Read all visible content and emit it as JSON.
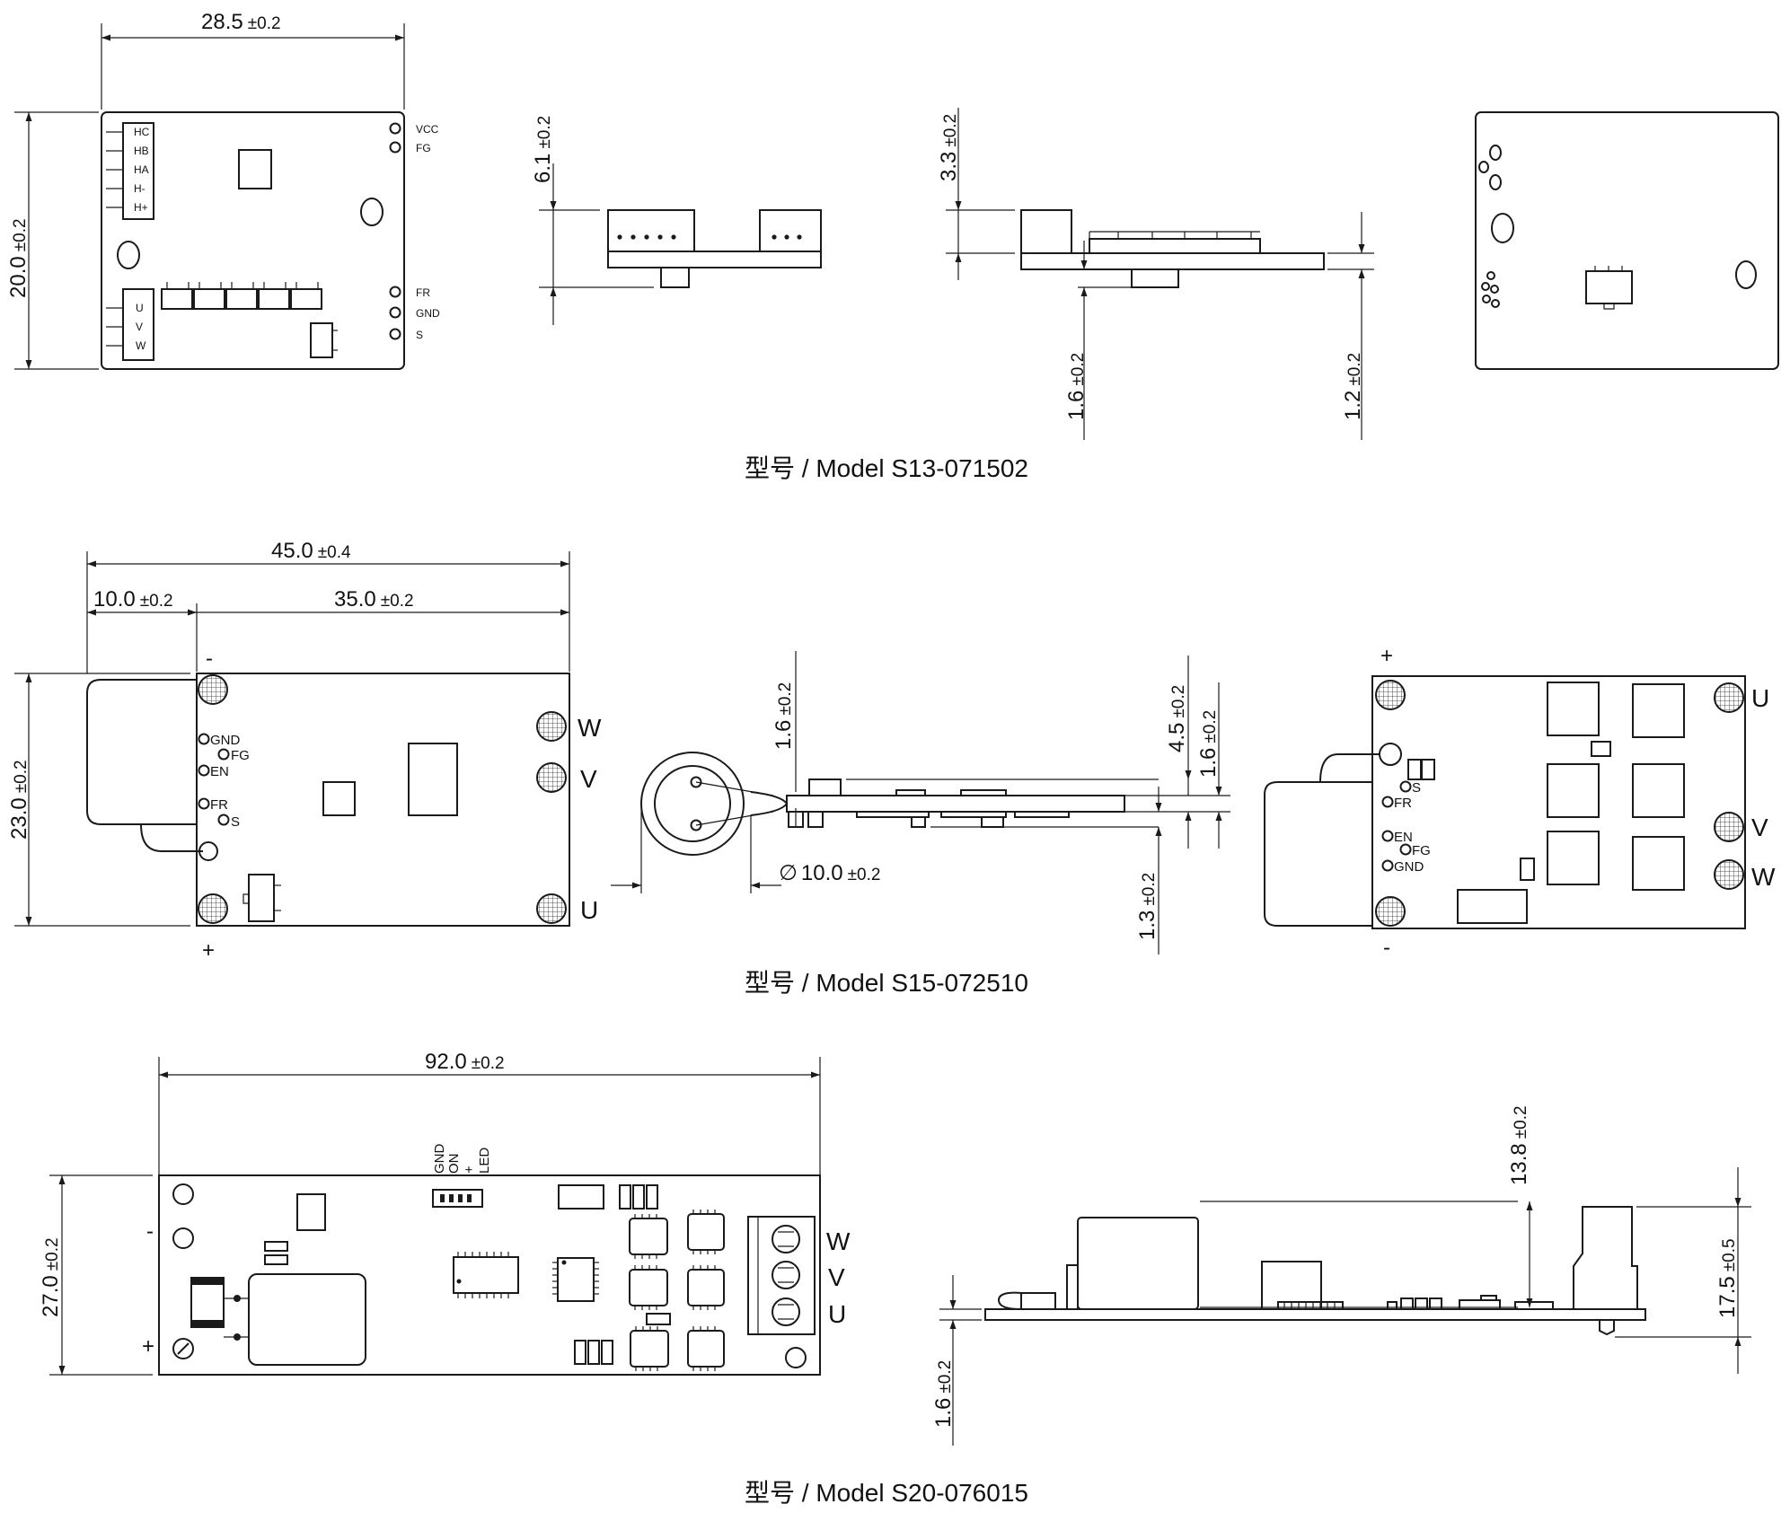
{
  "models": [
    {
      "caption": "型号 / Model   S13-071502",
      "dims": {
        "width": {
          "value": "28.5",
          "tol": "±0.2"
        },
        "height": {
          "value": "20.0",
          "tol": "±0.2"
        },
        "side_height": {
          "value": "6.1",
          "tol": "±0.2"
        },
        "top_height": {
          "value": "3.3",
          "tol": "±0.2"
        },
        "board_thick": {
          "value": "1.6",
          "tol": "±0.2"
        },
        "bottom_gap": {
          "value": "1.2",
          "tol": "±0.2"
        }
      },
      "pins_left": [
        "HC",
        "HB",
        "HA",
        "H-",
        "H+"
      ],
      "pins_phase": [
        "U",
        "V",
        "W"
      ],
      "pins_right_top": [
        "VCC",
        "FG"
      ],
      "pins_right_bottom": [
        "FR",
        "GND",
        "S"
      ]
    },
    {
      "caption": "型号 / Model   S15-072510",
      "dims": {
        "total_length": {
          "value": "45.0",
          "tol": "±0.4"
        },
        "cap_length": {
          "value": "10.0",
          "tol": "±0.2"
        },
        "board_length": {
          "value": "35.0",
          "tol": "±0.2"
        },
        "height": {
          "value": "23.0",
          "tol": "±0.2"
        },
        "cap_offset": {
          "value": "1.6",
          "tol": "±0.2"
        },
        "diameter": {
          "value": "10.0",
          "tol": "±0.2"
        },
        "component_height": {
          "value": "4.5",
          "tol": "±0.2"
        },
        "board_thick": {
          "value": "1.6",
          "tol": "±0.2"
        },
        "bottom_height": {
          "value": "1.3",
          "tol": "±0.2"
        }
      },
      "diameter_symbol": "∅",
      "signs": {
        "plus": "+",
        "minus": "-"
      },
      "phases_front": [
        "W",
        "V",
        "U"
      ],
      "phases_back": [
        "U",
        "V",
        "W"
      ],
      "pins_front": [
        "GND",
        "FG",
        "EN",
        "FR",
        "S"
      ],
      "pins_back": [
        "S",
        "FR",
        "EN",
        "FG",
        "GND"
      ]
    },
    {
      "caption": "型号 / Model   S20-076015",
      "dims": {
        "length": {
          "value": "92.0",
          "tol": "±0.2"
        },
        "height": {
          "value": "27.0",
          "tol": "±0.2"
        },
        "component_height": {
          "value": "13.8",
          "tol": "±0.2"
        },
        "terminal_height": {
          "value": "17.5",
          "tol": "±0.5"
        },
        "board_thick": {
          "value": "1.6",
          "tol": "±0.2"
        }
      },
      "signs": {
        "minus": "-",
        "plus": "+"
      },
      "header_pins": [
        "GND",
        "ON",
        "+",
        "LED"
      ],
      "phases": [
        "W",
        "V",
        "U"
      ]
    }
  ]
}
